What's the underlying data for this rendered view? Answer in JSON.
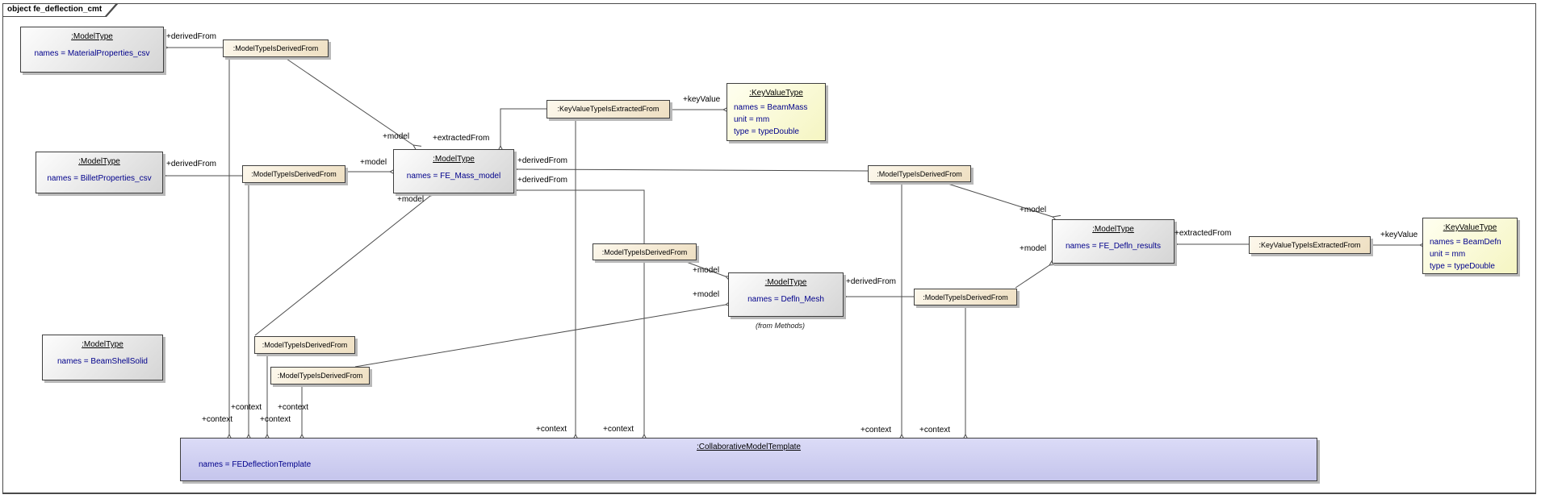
{
  "tab": {
    "title": "object fe_deflection_cmt"
  },
  "types": {
    "model_type": ":ModelType",
    "key_value_type": ":KeyValueType",
    "template": ":CollaborativeModelTemplate",
    "model_type_is_derived_from": ":ModelTypeIsDerivedFrom",
    "key_value_type_is_extracted_from": ":KeyValueTypeIsExtractedFrom"
  },
  "objects": {
    "material": {
      "names": "names = MaterialProperties_csv"
    },
    "billet": {
      "names": "names = BilletProperties_csv"
    },
    "beam_shell_solid": {
      "names": "names = BeamShellSolid"
    },
    "fe_mass_model": {
      "names": "names = FE_Mass_model"
    },
    "defln_mesh": {
      "names": "names = Defln_Mesh",
      "note": "(from Methods)"
    },
    "fe_defln_results": {
      "names": "names = FE_Defln_results"
    },
    "beam_mass": {
      "names": "names = BeamMass",
      "unit": "unit = mm",
      "type": "type = typeDouble"
    },
    "beam_defn": {
      "names": "names = BeamDefn",
      "unit": "unit = mm",
      "type": "type = typeDouble"
    },
    "fe_deflection_template": {
      "names": "names = FEDeflectionTemplate"
    }
  },
  "roles": {
    "derived_from": "+derivedFrom",
    "model": "+model",
    "extracted_from": "+extractedFrom",
    "key_value": "+keyValue",
    "context": "+context"
  },
  "colors": {
    "attr_text": "#00008b",
    "connector": "#4d4d4d",
    "model_type_fill": "#e8e8e8",
    "link_object_fill": "#f5ead3",
    "key_value_fill": "#fbfbd2",
    "template_fill": "#cfcff0"
  }
}
